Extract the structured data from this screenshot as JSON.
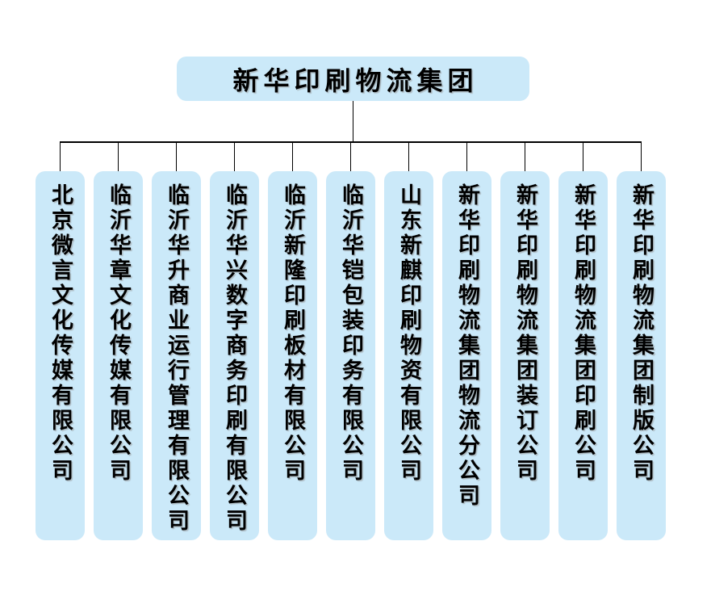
{
  "diagram": {
    "type": "org-chart",
    "root": {
      "label": "新华印刷物流集团"
    },
    "children": [
      {
        "label": "北京微言文化传媒有限公司"
      },
      {
        "label": "临沂华章文化传媒有限公司"
      },
      {
        "label": "临沂华升商业运行管理有限公司"
      },
      {
        "label": "临沂华兴数字商务印刷有限公司"
      },
      {
        "label": "临沂新隆印刷板材有限公司"
      },
      {
        "label": "临沂华铠包装印务有限公司"
      },
      {
        "label": "山东新麒印刷物资有限公司"
      },
      {
        "label": "新华印刷物流集团物流分公司"
      },
      {
        "label": "新华印刷物流集团装订公司"
      },
      {
        "label": "新华印刷物流集团印刷公司"
      },
      {
        "label": "新华印刷物流集团制版公司"
      }
    ],
    "colors": {
      "node_fill": "#cbe9f9",
      "node_text": "#000000",
      "connector_line": "#000000",
      "background": "#ffffff"
    }
  }
}
